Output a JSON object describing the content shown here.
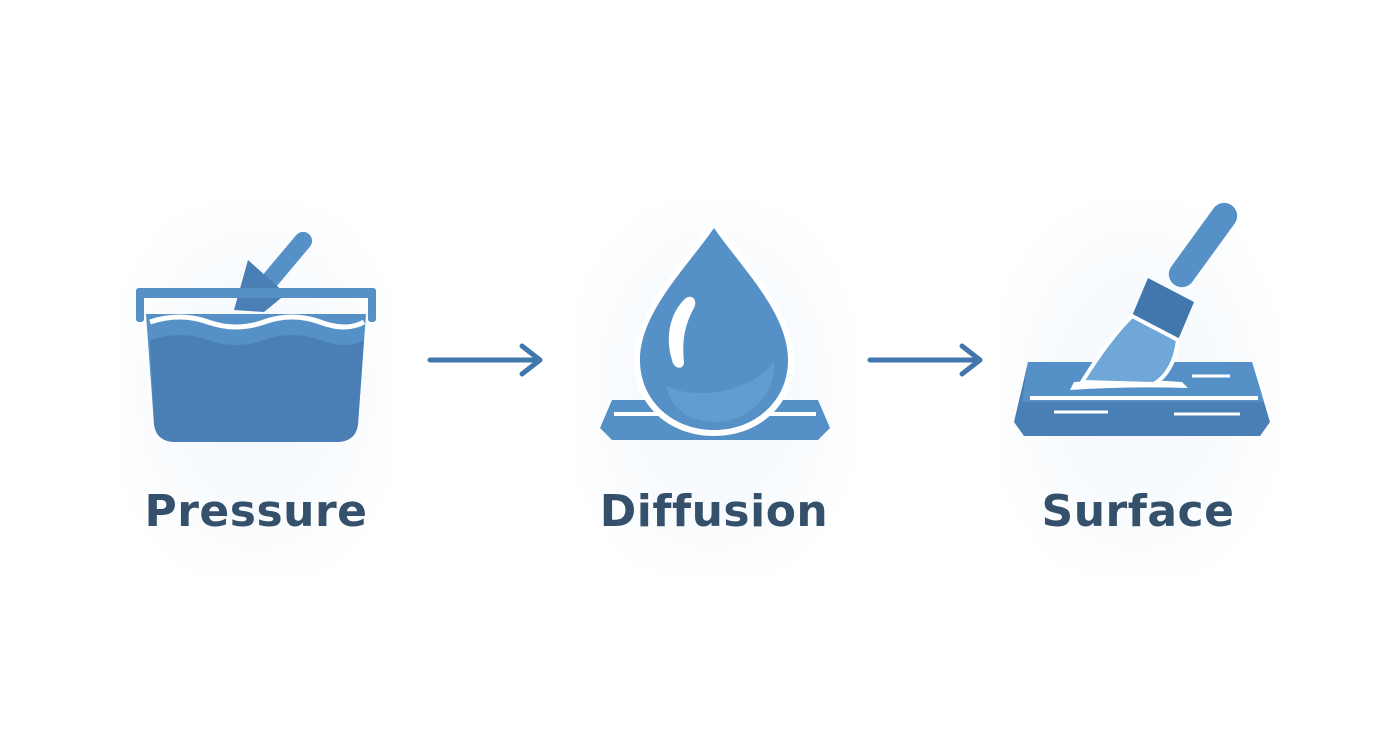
{
  "steps": [
    {
      "label": "Pressure",
      "icon": "bucket-with-brush-icon"
    },
    {
      "label": "Diffusion",
      "icon": "water-drop-icon"
    },
    {
      "label": "Surface",
      "icon": "brush-on-board-icon"
    }
  ],
  "colors": {
    "primary": "#5590c6",
    "dark": "#4a7fb6",
    "light": "#6fa8d8",
    "text": "#35506b",
    "arrow": "#4277ad"
  }
}
